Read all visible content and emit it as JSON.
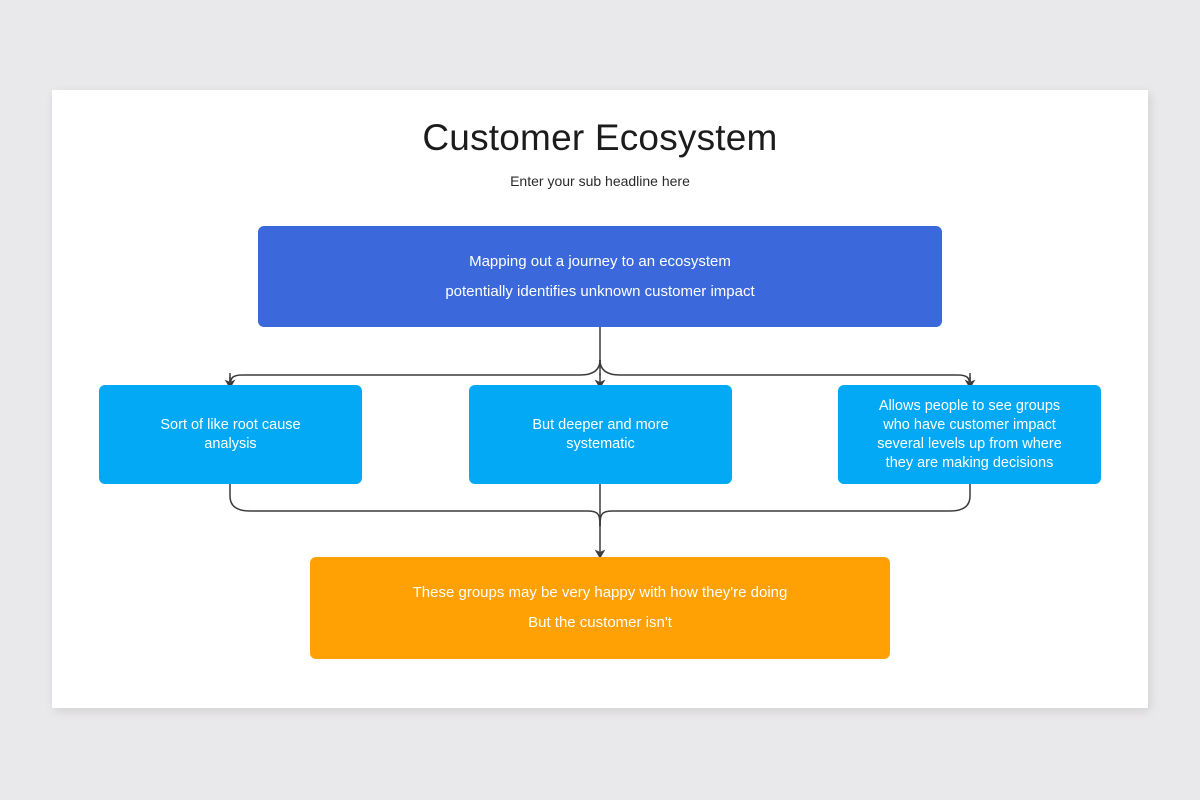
{
  "slide": {
    "title": "Customer Ecosystem",
    "subtitle": "Enter your sub headline here",
    "background_color": "#e9e8ea",
    "card_color": "#ffffff"
  },
  "diagram": {
    "type": "flowchart",
    "connector_color": "#3c3c3c",
    "root": {
      "id": "root",
      "color": "#3b68db",
      "lines": [
        "Mapping out a journey to an ecosystem",
        "potentially identifies unknown customer impact"
      ]
    },
    "branches": [
      {
        "id": "branch-1",
        "color": "#03a9f4",
        "lines": [
          "Sort of like root cause",
          "analysis"
        ]
      },
      {
        "id": "branch-2",
        "color": "#03a9f4",
        "lines": [
          "But deeper and more",
          "systematic"
        ]
      },
      {
        "id": "branch-3",
        "color": "#03a9f4",
        "lines": [
          "Allows people to see groups",
          "who have customer impact",
          "several levels up from where",
          "they are making decisions"
        ]
      }
    ],
    "outcome": {
      "id": "outcome",
      "color": "#ffa005",
      "lines": [
        "These groups may be very happy with how they're doing",
        "But the customer isn't"
      ]
    }
  }
}
